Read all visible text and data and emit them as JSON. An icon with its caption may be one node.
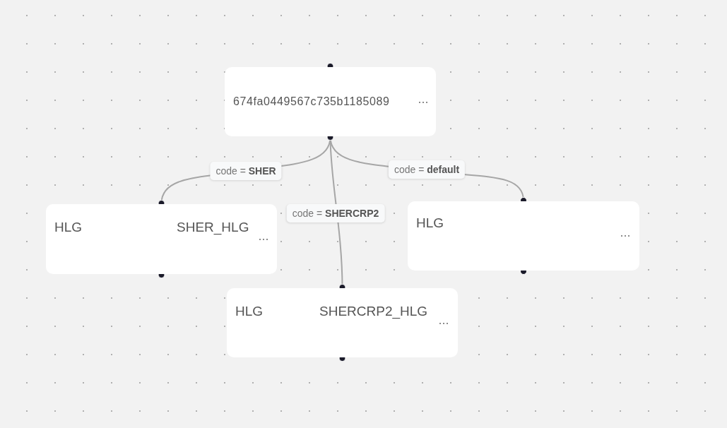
{
  "diagram": {
    "nodes": [
      {
        "text": [
          "674fa0449567c735b1185089"
        ]
      },
      {
        "text": [
          "HLG",
          "SHER_HLG"
        ]
      },
      {
        "text": [
          "HLG"
        ]
      },
      {
        "text": [
          "HLG",
          "SHERCRP2_HLG"
        ]
      }
    ],
    "edges": [
      {
        "from": 0,
        "to": 1,
        "arrow": "none",
        "label": "code = **SHER**"
      },
      {
        "from": 0,
        "to": 3,
        "arrow": "none",
        "label": "code = **SHERCRP2**"
      },
      {
        "from": 0,
        "to": 2,
        "arrow": "none",
        "label": "code = **default**"
      }
    ]
  }
}
